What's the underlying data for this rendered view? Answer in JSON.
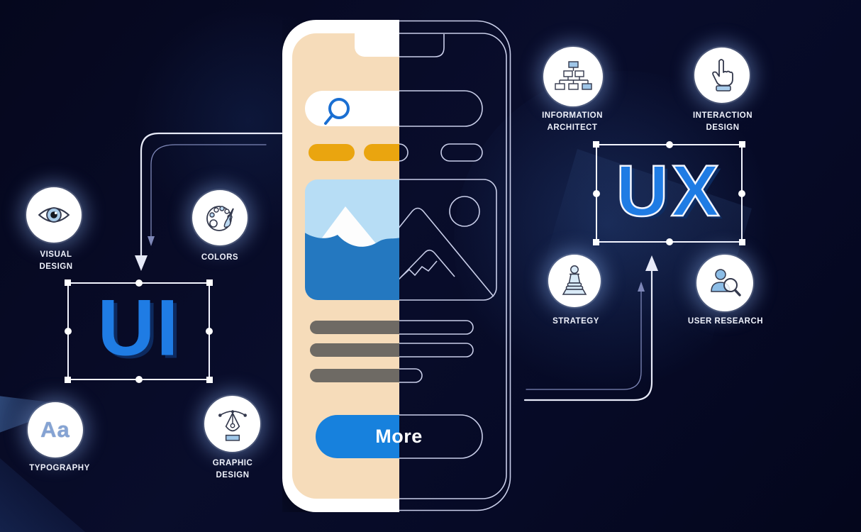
{
  "illustration": {
    "left": {
      "headline": "UI",
      "items": [
        {
          "label": "VISUAL DESIGN",
          "icon": "eye-icon"
        },
        {
          "label": "COLORS",
          "icon": "palette-icon"
        },
        {
          "label": "TYPOGRAPHY",
          "icon": "typography-icon",
          "glyph": "Aa"
        },
        {
          "label": "GRAPHIC DESIGN",
          "icon": "pen-tool-icon"
        }
      ]
    },
    "right": {
      "headline": "UX",
      "items": [
        {
          "label": "INFORMATION ARCHITECT",
          "icon": "flowchart-icon"
        },
        {
          "label": "INTERACTION DESIGN",
          "icon": "hand-pointer-icon"
        },
        {
          "label": "STRATEGY",
          "icon": "chess-pawn-icon"
        },
        {
          "label": "USER RESEARCH",
          "icon": "user-magnifier-icon"
        }
      ]
    },
    "phone": {
      "button_label": "More"
    },
    "colors": {
      "background": "#060a24",
      "accent_blue": "#1f7ce4",
      "screen_cream": "#f6dcba",
      "chip_yellow": "#eaa50f",
      "bar_gray": "#6e6a64",
      "button_blue": "#1781dd",
      "wireframe_line": "#c9cee9"
    }
  }
}
